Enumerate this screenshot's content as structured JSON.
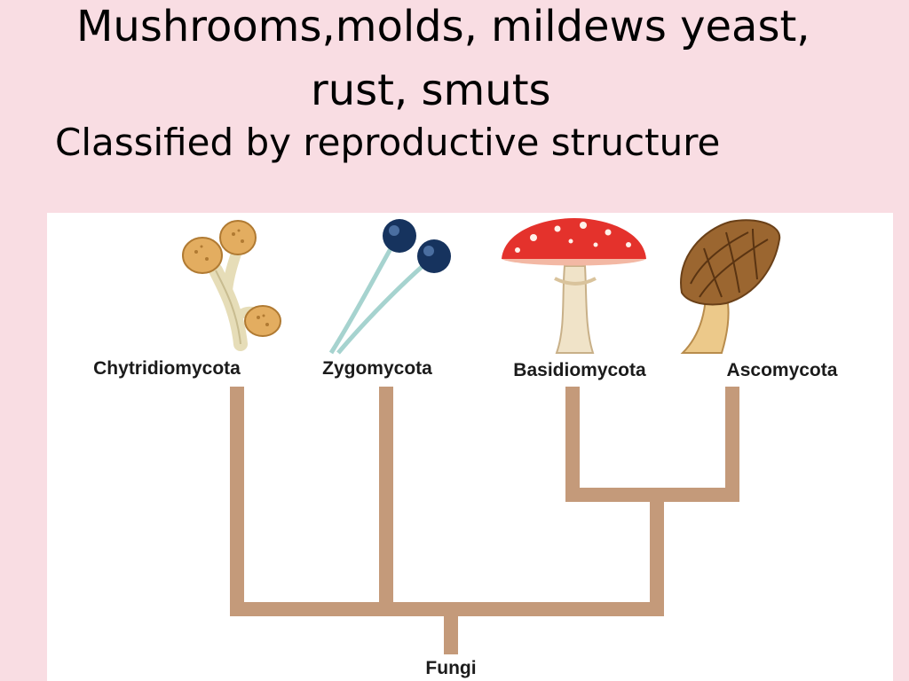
{
  "title": {
    "line1": "Mushrooms,molds, mildews yeast,",
    "line2": "rust, smuts",
    "subtitle": "Classified by reproductive structure"
  },
  "diagram": {
    "taxa": [
      {
        "name": "Chytridiomycota",
        "icon": "chytrid-sporangia-icon"
      },
      {
        "name": "Zygomycota",
        "icon": "zygomycete-sporangia-icon"
      },
      {
        "name": "Basidiomycota",
        "icon": "red-mushroom-icon"
      },
      {
        "name": "Ascomycota",
        "icon": "morel-icon"
      }
    ],
    "root": "Fungi",
    "branch_color": "#c49a7a"
  }
}
